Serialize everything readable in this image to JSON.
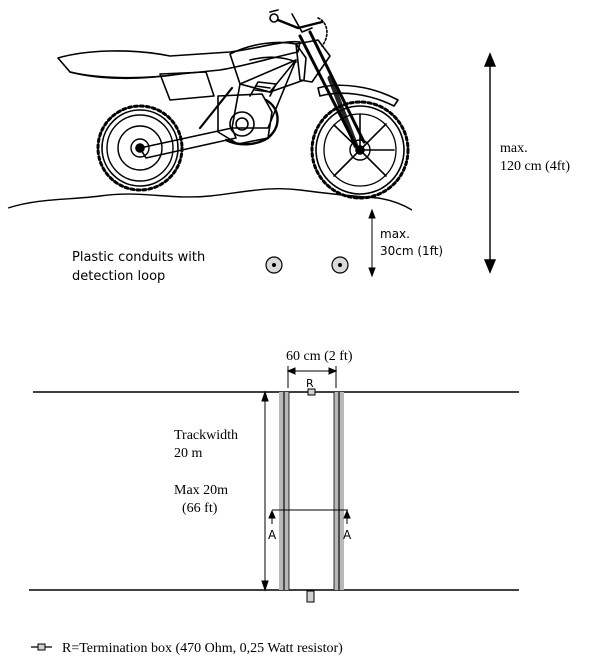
{
  "side_view": {
    "max_height_label_line1": "max.",
    "max_height_label_line2": "120 cm (4ft)",
    "max_depth_label_line1": "max.",
    "max_depth_label_line2": "30cm (1ft)",
    "conduit_label_line1": "Plastic conduits with",
    "conduit_label_line2": "detection loop"
  },
  "top_view": {
    "spacing_label": "60 cm (2 ft)",
    "termination_marker": "R",
    "trackwidth_line1": "Trackwidth",
    "trackwidth_line2": "20 m",
    "max_width_line1": "Max 20m",
    "max_width_line2": "(66 ft)",
    "section_marker_left": "A",
    "section_marker_right": "A"
  },
  "legend": {
    "termination_text": "R=Termination box (470 Ohm, 0,25 Watt resistor)"
  },
  "colors": {
    "line": "#000000",
    "loop_gray": "#b8b8b8",
    "loop_dark": "#333333"
  }
}
